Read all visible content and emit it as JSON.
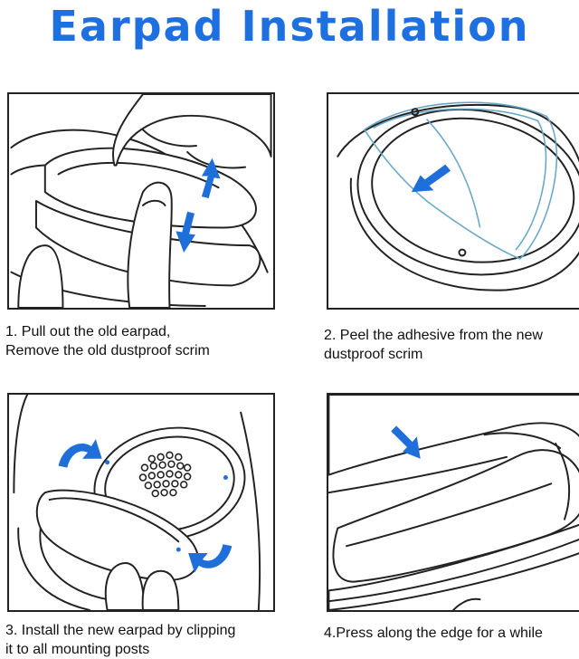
{
  "title": "Earpad Installation",
  "colors": {
    "title": "#1e6fe0",
    "arrow": "#1e6fd9",
    "adhesive": "#6aa8c8"
  },
  "steps": [
    {
      "line1": "1. Pull out the old earpad,",
      "line2": "Remove the old dustproof scrim"
    },
    {
      "line1": "2. Peel the adhesive from the new",
      "line2": "dustproof scrim"
    },
    {
      "line1": "3. Install the new earpad by clipping",
      "line2": "it to all mounting posts"
    },
    {
      "line1": "4.Press along the edge for a while",
      "line2": ""
    }
  ]
}
